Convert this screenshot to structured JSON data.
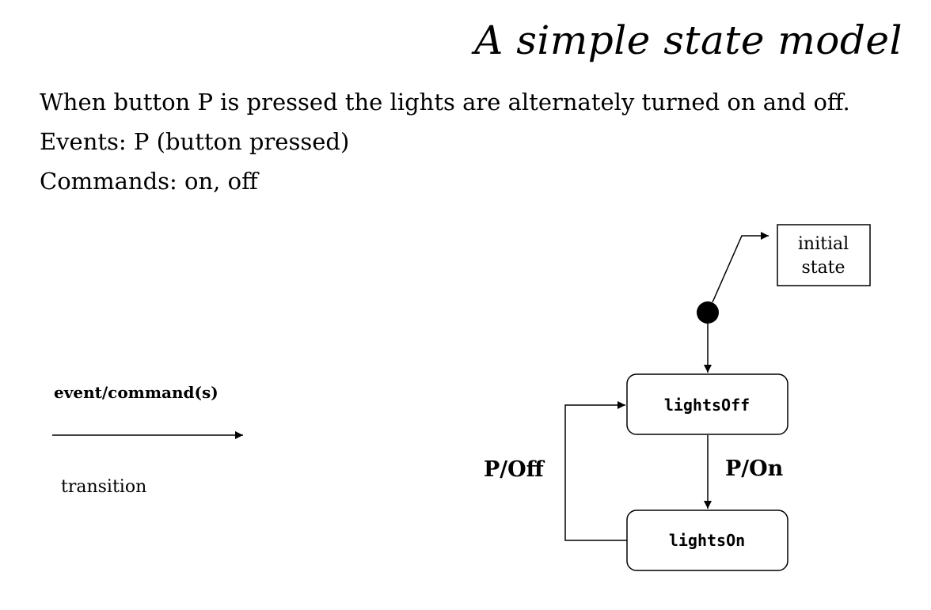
{
  "title": "A simple state model",
  "description": {
    "line1": "When button P is pressed the lights are alternately turned on and off.",
    "line2": "Events: P (button pressed)",
    "line3": "Commands: on, off"
  },
  "legend": {
    "label": "event/command(s)",
    "sublabel": "transition"
  },
  "diagram": {
    "note_line1": "initial",
    "note_line2": "state",
    "states": [
      "lightsOff",
      "lightsOn"
    ],
    "transitions": [
      {
        "from": "lightsOff",
        "to": "lightsOn",
        "label": "P/On"
      },
      {
        "from": "lightsOn",
        "to": "lightsOff",
        "label": "P/Off"
      }
    ]
  }
}
